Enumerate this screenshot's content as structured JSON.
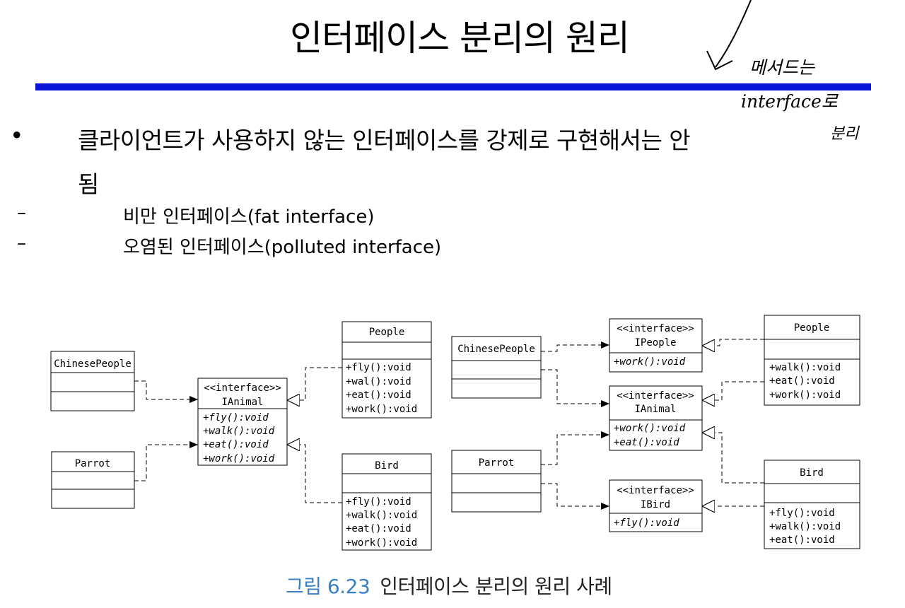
{
  "slide": {
    "title": "인터페이스 분리의 원리",
    "bullet_marker": "•",
    "bullet_text_1": "클라이언트가 사용하지 않는 인터페이스를 강제로 구현해서는 안",
    "bullet_text_2": "됨",
    "sub_marker": "–",
    "sub_items": [
      "비만 인터페이스(fat interface)",
      "오염된 인터페이스(polluted interface)"
    ],
    "accent_color": "#0a14d6"
  },
  "handwriting": {
    "lines": [
      "메서드는",
      "interface로",
      "분리"
    ]
  },
  "figure": {
    "caption_number": "그림 6.23",
    "caption_text": "인터페이스 분리의 원리 사례",
    "left": {
      "chinese_people": {
        "name": "ChinesePeople"
      },
      "parrot": {
        "name": "Parrot"
      },
      "ianimal": {
        "stereotype": "<<interface>>",
        "name": "IAnimal",
        "ops": [
          "+fly():void",
          "+walk():void",
          "+eat():void",
          "+work():void"
        ]
      },
      "people": {
        "name": "People",
        "ops": [
          "+fly():void",
          "+wal():void",
          "+eat():void",
          "+work():void"
        ]
      },
      "bird": {
        "name": "Bird",
        "ops": [
          "+fly():void",
          "+walk():void",
          "+eat():void",
          "+work():void"
        ]
      }
    },
    "right": {
      "chinese_people": {
        "name": "ChinesePeople"
      },
      "parrot": {
        "name": "Parrot"
      },
      "ipeople": {
        "stereotype": "<<interface>>",
        "name": "IPeople",
        "ops": [
          "+work():void"
        ]
      },
      "ianimal": {
        "stereotype": "<<interface>>",
        "name": "IAnimal",
        "ops": [
          "+work():void",
          "+eat():void"
        ]
      },
      "ibird": {
        "stereotype": "<<interface>>",
        "name": "IBird",
        "ops": [
          "+fly():void"
        ]
      },
      "people": {
        "name": "People",
        "ops": [
          "+walk():void",
          "+eat():void",
          "+work():void"
        ]
      },
      "bird": {
        "name": "Bird",
        "ops": [
          "+fly():void",
          "+walk():void",
          "+eat():void"
        ]
      }
    }
  }
}
